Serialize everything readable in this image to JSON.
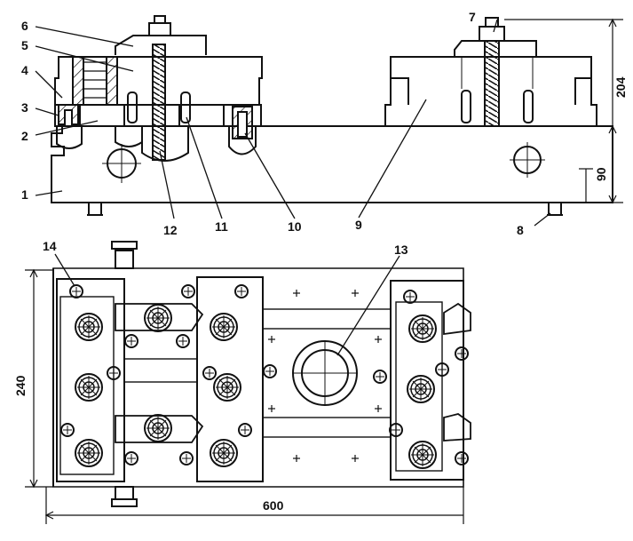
{
  "part_labels": [
    "1",
    "2",
    "3",
    "4",
    "5",
    "6",
    "7",
    "8",
    "9",
    "10",
    "11",
    "12",
    "13",
    "14"
  ],
  "dimensions": {
    "overall_height": "204",
    "base_height": "90",
    "plan_width": "240",
    "plan_length": "600"
  },
  "colors": {
    "ink": "#111111",
    "paper": "#ffffff"
  }
}
